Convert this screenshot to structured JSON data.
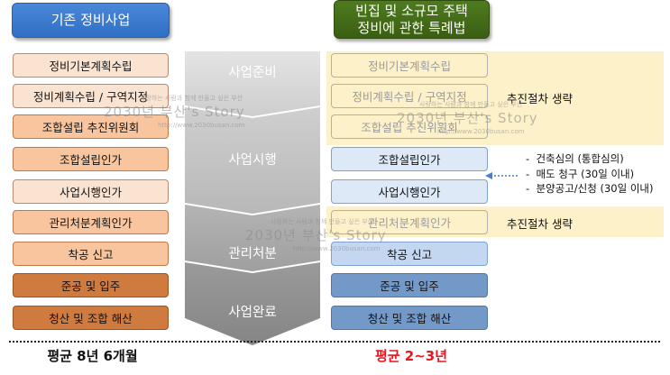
{
  "header": {
    "left": "기존 정비사업",
    "right_line1": "빈집 및 소규모 주택",
    "right_line2": "정비에 관한 특례법"
  },
  "left_steps": [
    "정비기본계획수립",
    "정비계획수립 / 구역지정",
    "조합설립 추진위원회",
    "조합설립인가",
    "사업시행인가",
    "관리처분계획인가",
    "착공 신고",
    "준공 및 입주",
    "청산 및 조합 해산"
  ],
  "stages": [
    "사업준비",
    "사업시행",
    "관리처분",
    "사업완료"
  ],
  "right_steps": [
    "정비기본계획수립",
    "정비계획수립 / 구역지정",
    "조합설립 추진위원회",
    "조합설립인가",
    "사업시행인가",
    "관리처분계획인가",
    "착공 신고",
    "준공 및 입주",
    "청산 및 조합 해산"
  ],
  "notes": {
    "omit_1": "추진절차 생략",
    "omit_2": "추진절차 생략",
    "bullets": [
      "건축심의 (통합심의)",
      "매도 청구 (30일 이내)",
      "분양공고/신청 (30일 이내)"
    ]
  },
  "footer": {
    "left": "평균 8년 6개월",
    "right": "평균 2~3년"
  },
  "watermark": {
    "tagline": "사랑하는 사람과 함께 만들고 싶은 부산",
    "title": "2030년 부산's Story",
    "url": "http://www.2030busan.com"
  },
  "colors": {
    "left_header": "#2f6fc4",
    "right_header": "#3a5e12",
    "footer_right": "#e8141e"
  }
}
